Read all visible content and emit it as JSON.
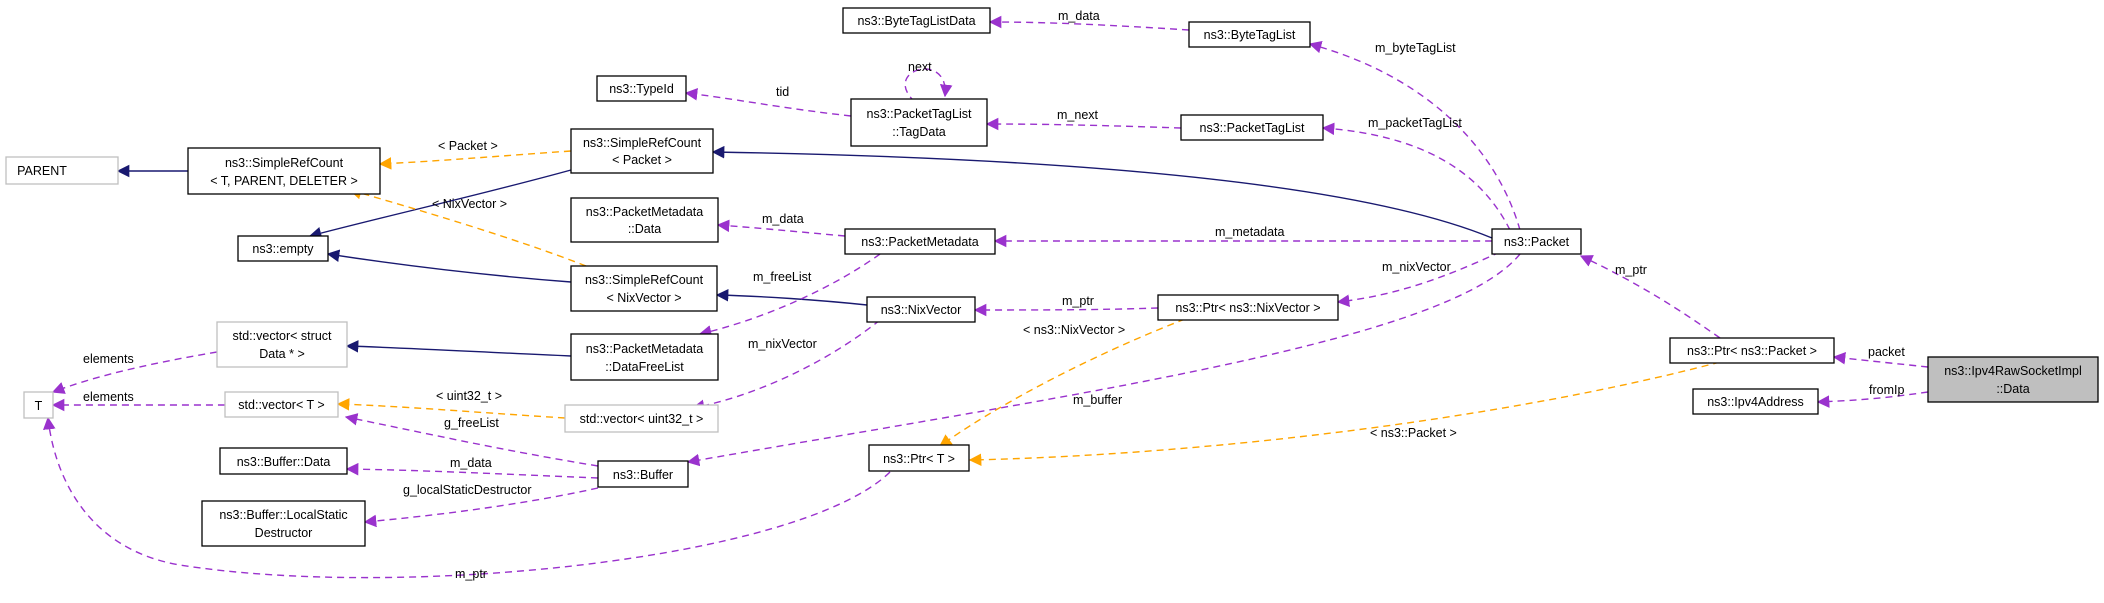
{
  "colors": {
    "inherit": "#191970",
    "member": "#9a32cd",
    "template": "#ffa500",
    "focus_fill": "#bfbfbf",
    "template_border": "#bfbfbf"
  },
  "nodes": {
    "bytetaglistdata": [
      "ns3::ByteTagListData"
    ],
    "bytetaglist": [
      "ns3::ByteTagList"
    ],
    "typeid": [
      "ns3::TypeId"
    ],
    "tagdata": [
      "ns3::PacketTagList",
      "::TagData"
    ],
    "packettaglist": [
      "ns3::PacketTagList"
    ],
    "parent": [
      "PARENT"
    ],
    "srctempl": [
      "ns3::SimpleRefCount",
      "< T, PARENT, DELETER >"
    ],
    "srcpacket": [
      "ns3::SimpleRefCount",
      "< Packet >"
    ],
    "pmdata": [
      "ns3::PacketMetadata",
      "::Data"
    ],
    "empty": [
      "ns3::empty"
    ],
    "pmeta": [
      "ns3::PacketMetadata"
    ],
    "packet": [
      "ns3::Packet"
    ],
    "srcnix": [
      "ns3::SimpleRefCount",
      "< NixVector >"
    ],
    "nixvector": [
      "ns3::NixVector"
    ],
    "ptrnix": [
      "ns3::Ptr< ns3::NixVector >"
    ],
    "ptrpacket": [
      "ns3::Ptr< ns3::Packet >"
    ],
    "vecstruct": [
      "std::vector< struct",
      "Data * >"
    ],
    "dfl": [
      "ns3::PacketMetadata",
      "::DataFreeList"
    ],
    "focus": [
      "ns3::Ipv4RawSocketImpl",
      "::Data"
    ],
    "ipv4addr": [
      "ns3::Ipv4Address"
    ],
    "t": [
      "T"
    ],
    "vect": [
      "std::vector< T >"
    ],
    "vecuint": [
      "std::vector< uint32_t >"
    ],
    "bufdata": [
      "ns3::Buffer::Data"
    ],
    "buffer": [
      "ns3::Buffer"
    ],
    "ptrt": [
      "ns3::Ptr< T >"
    ],
    "lsd": [
      "ns3::Buffer::LocalStatic",
      "Destructor"
    ]
  },
  "edges": {
    "m_data_btl": "m_data",
    "m_byteTagList": "m_byteTagList",
    "next": "next",
    "tid": "tid",
    "m_next": "m_next",
    "m_packetTagList": "m_packetTagList",
    "packet_tmpl": "< Packet >",
    "nixvector_tmpl": "< NixVector >",
    "m_data_pm": "m_data",
    "m_metadata": "m_metadata",
    "m_freeList": "m_freeList",
    "m_nixVector": "m_nixVector",
    "m_ptr_nix": "m_ptr",
    "m_ptr_pkt": "m_ptr",
    "packet": "packet",
    "fromIp": "fromIp",
    "elements_vs": "elements",
    "elements_vt": "elements",
    "uint32_tmpl": "< uint32_t >",
    "m_nixVector2": "m_nixVector",
    "nsnix_tmpl": "< ns3::NixVector >",
    "m_buffer": "m_buffer",
    "g_freeList": "g_freeList",
    "m_data_buf": "m_data",
    "g_lsd": "g_localStaticDestructor",
    "nspacket_tmpl": "< ns3::Packet >",
    "m_ptr_t": "m_ptr"
  }
}
